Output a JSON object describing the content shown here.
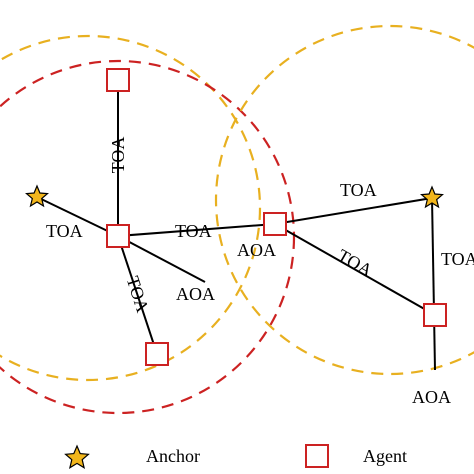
{
  "colors": {
    "gold_ring": "#e8b020",
    "red_ring": "#cc2222",
    "anchor_fill": "#f2b61c",
    "agent_stroke": "#cc2222",
    "edge": "#000000"
  },
  "edge_labels": {
    "toa_vertical": "TOA",
    "toa_left": "TOA",
    "toa_center": "TOA",
    "toa_diagonal_lower": "TOA",
    "toa_top_right": "TOA",
    "toa_right_diagonal": "TOA",
    "toa_right_vertical": "TOA"
  },
  "node_labels": {
    "aoa_center": "AOA",
    "aoa_mid": "AOA",
    "aoa_bottom_right": "AOA"
  },
  "legend": {
    "anchor_label": "Anchor",
    "agent_label": "Agent"
  },
  "icons": {
    "anchor": "star-icon",
    "agent": "square-icon"
  }
}
